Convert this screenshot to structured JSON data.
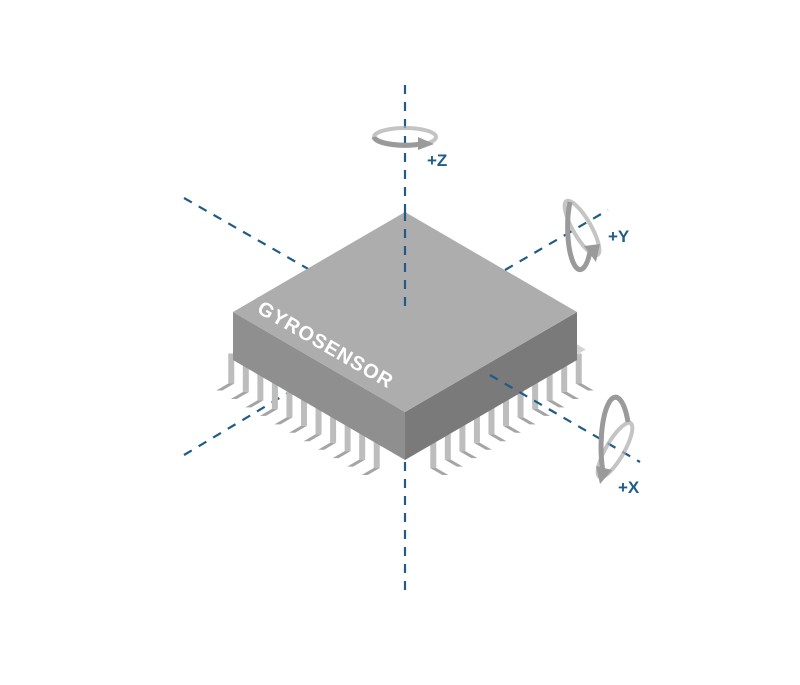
{
  "chip": {
    "label": "GYROSENSOR",
    "colors": {
      "top": "#adadad",
      "left_side": "#8f8f8f",
      "right_side": "#7a7a7a",
      "pin_light": "#d3d3d3",
      "pin_mid": "#bdbdbd",
      "pin_dark": "#a5a5a5"
    }
  },
  "axes": {
    "color": "#1f5c86",
    "rotation_arrow_color": "#b0b0b0",
    "z": {
      "label": "+Z"
    },
    "y": {
      "label": "+Y"
    },
    "x": {
      "label": "+X"
    }
  }
}
